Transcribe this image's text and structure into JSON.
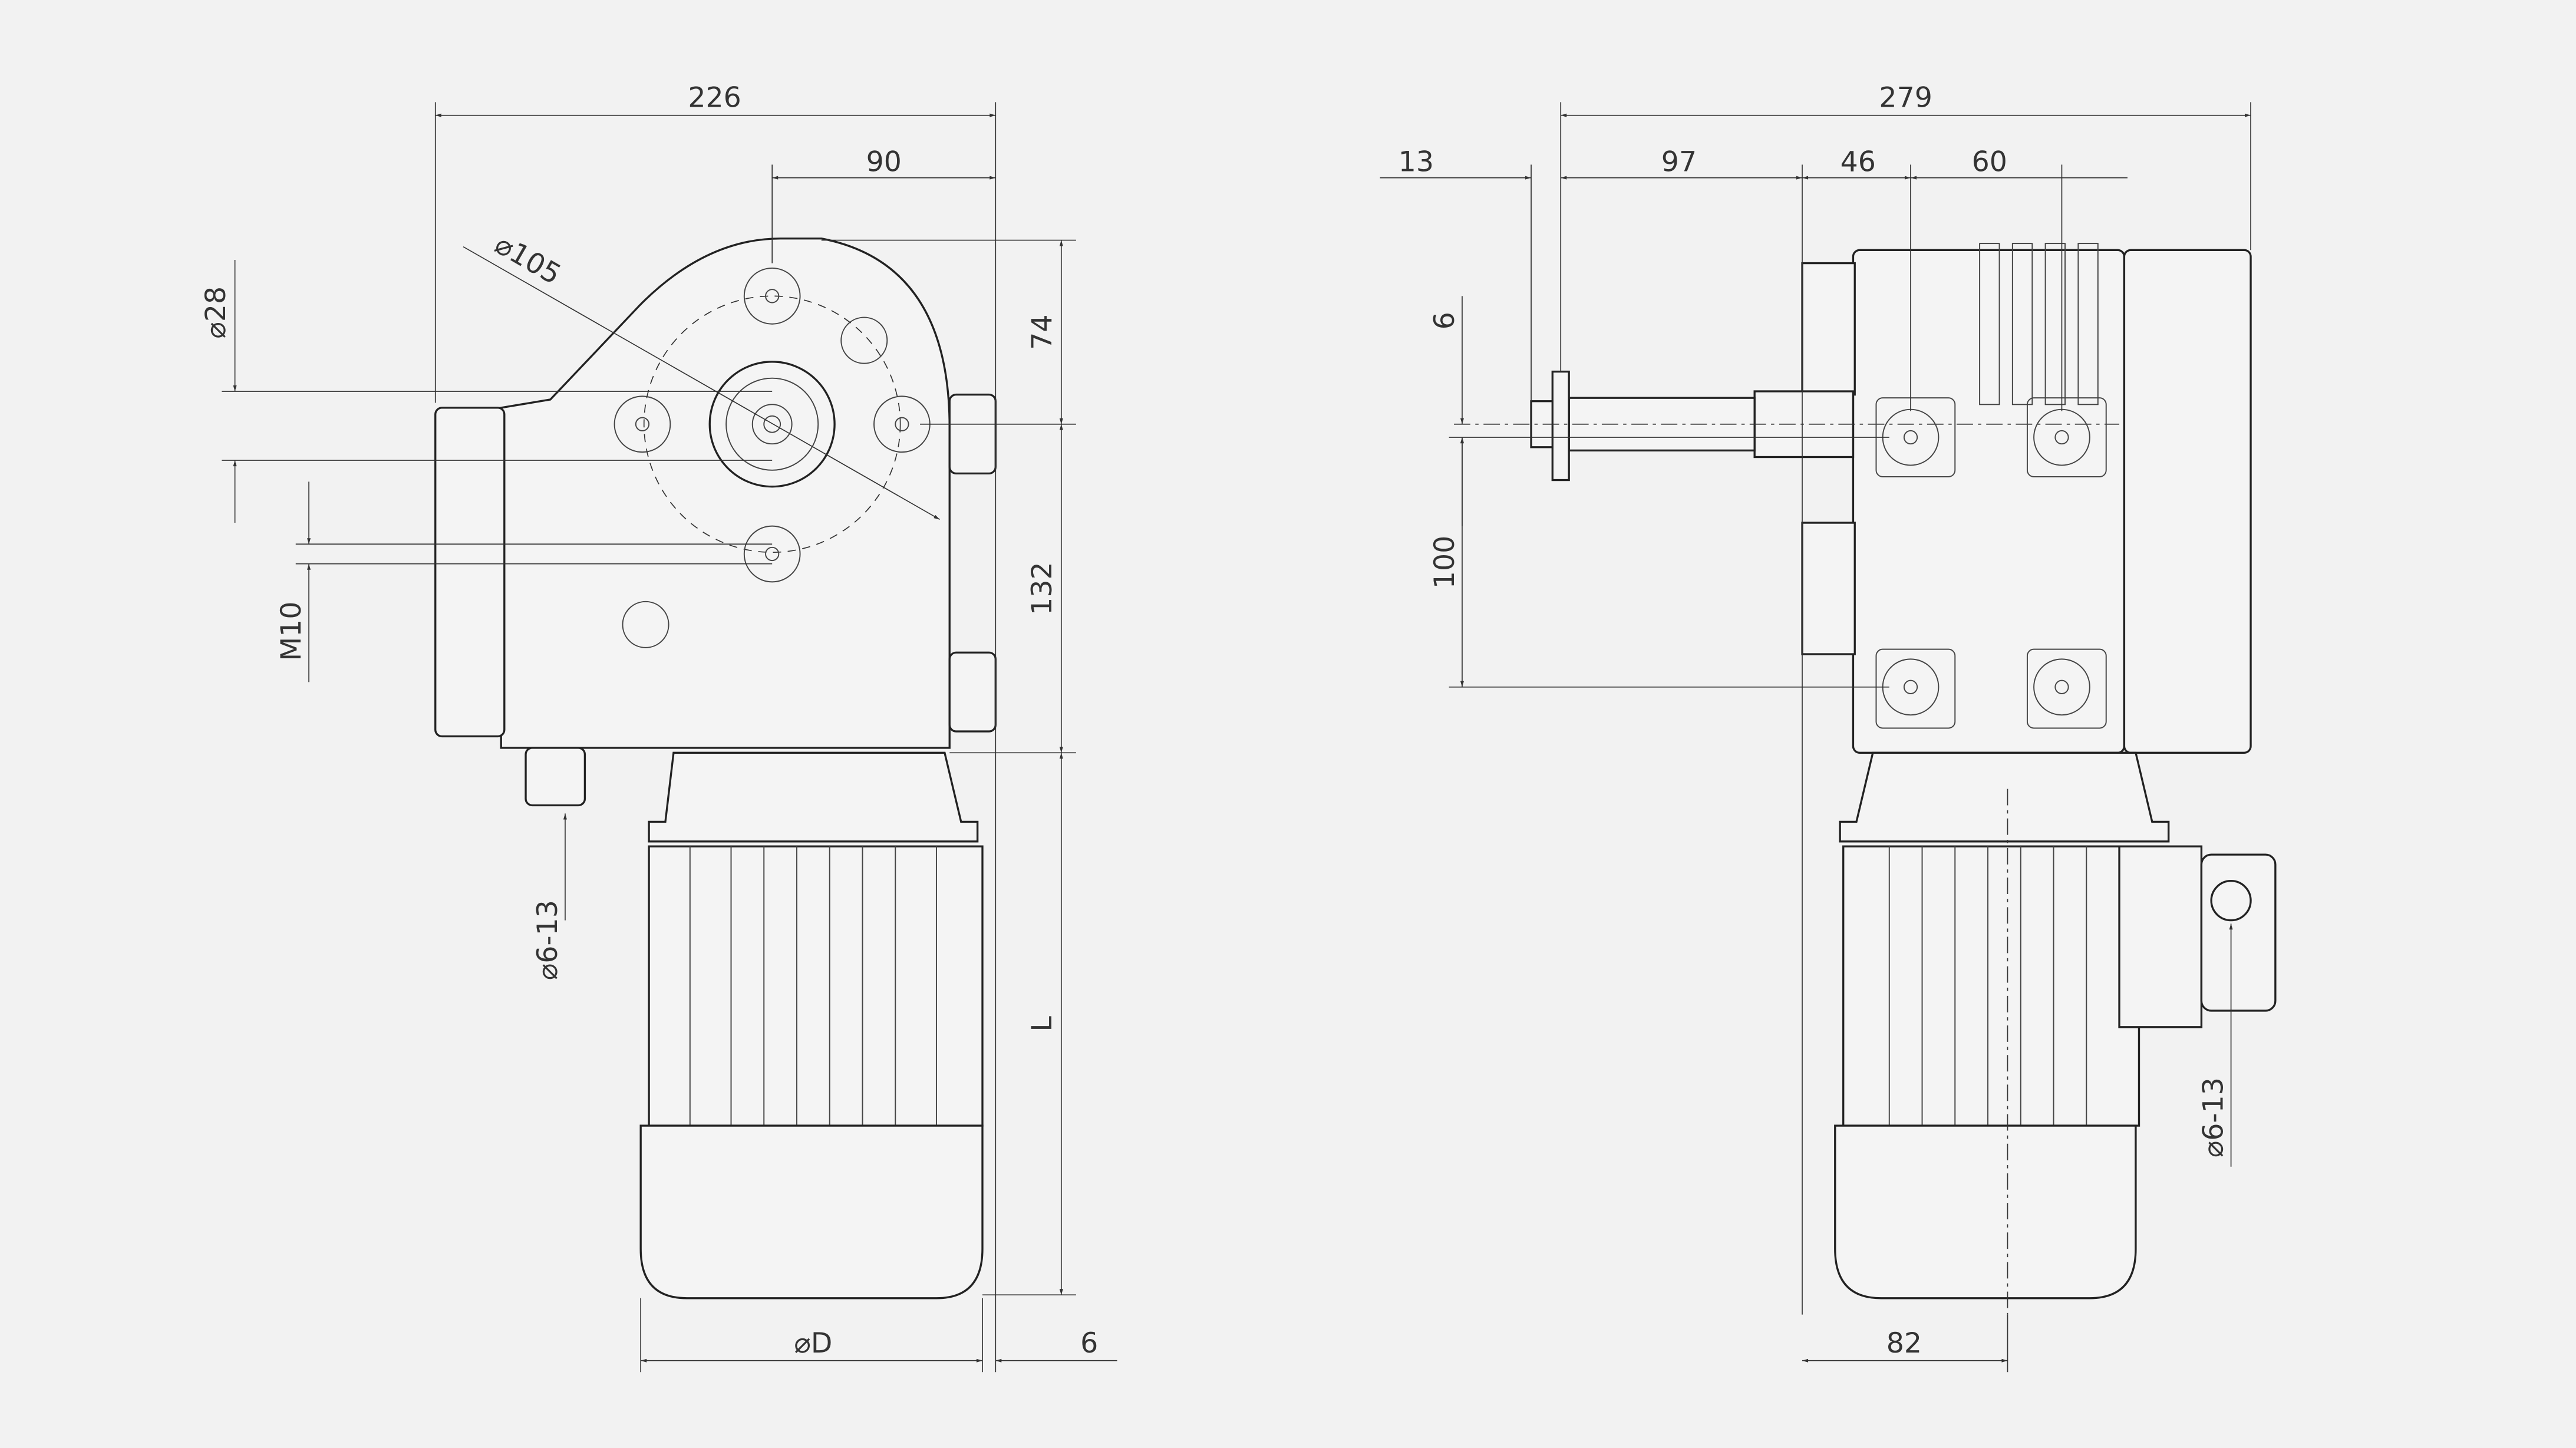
{
  "front_view": {
    "overall_width": "226",
    "shaft_offset": "90",
    "bolt_circle": "⌀105",
    "shaft_diameter": "⌀28",
    "height_top": "74",
    "height_center": "132",
    "thread": "M10",
    "cable_gland": "⌀6-13",
    "motor_length": "L",
    "motor_diameter": "⌀D",
    "fan_offset": "6"
  },
  "side_view": {
    "overall_width": "279",
    "shaft_extension": "13",
    "shaft_length": "97",
    "dim_46": "46",
    "dim_60": "60",
    "dim_6": "6",
    "dim_100": "100",
    "cable_gland": "⌀6-13",
    "motor_axis": "82"
  },
  "colors": {
    "background": "#f2f2f2",
    "line": "#222222"
  }
}
